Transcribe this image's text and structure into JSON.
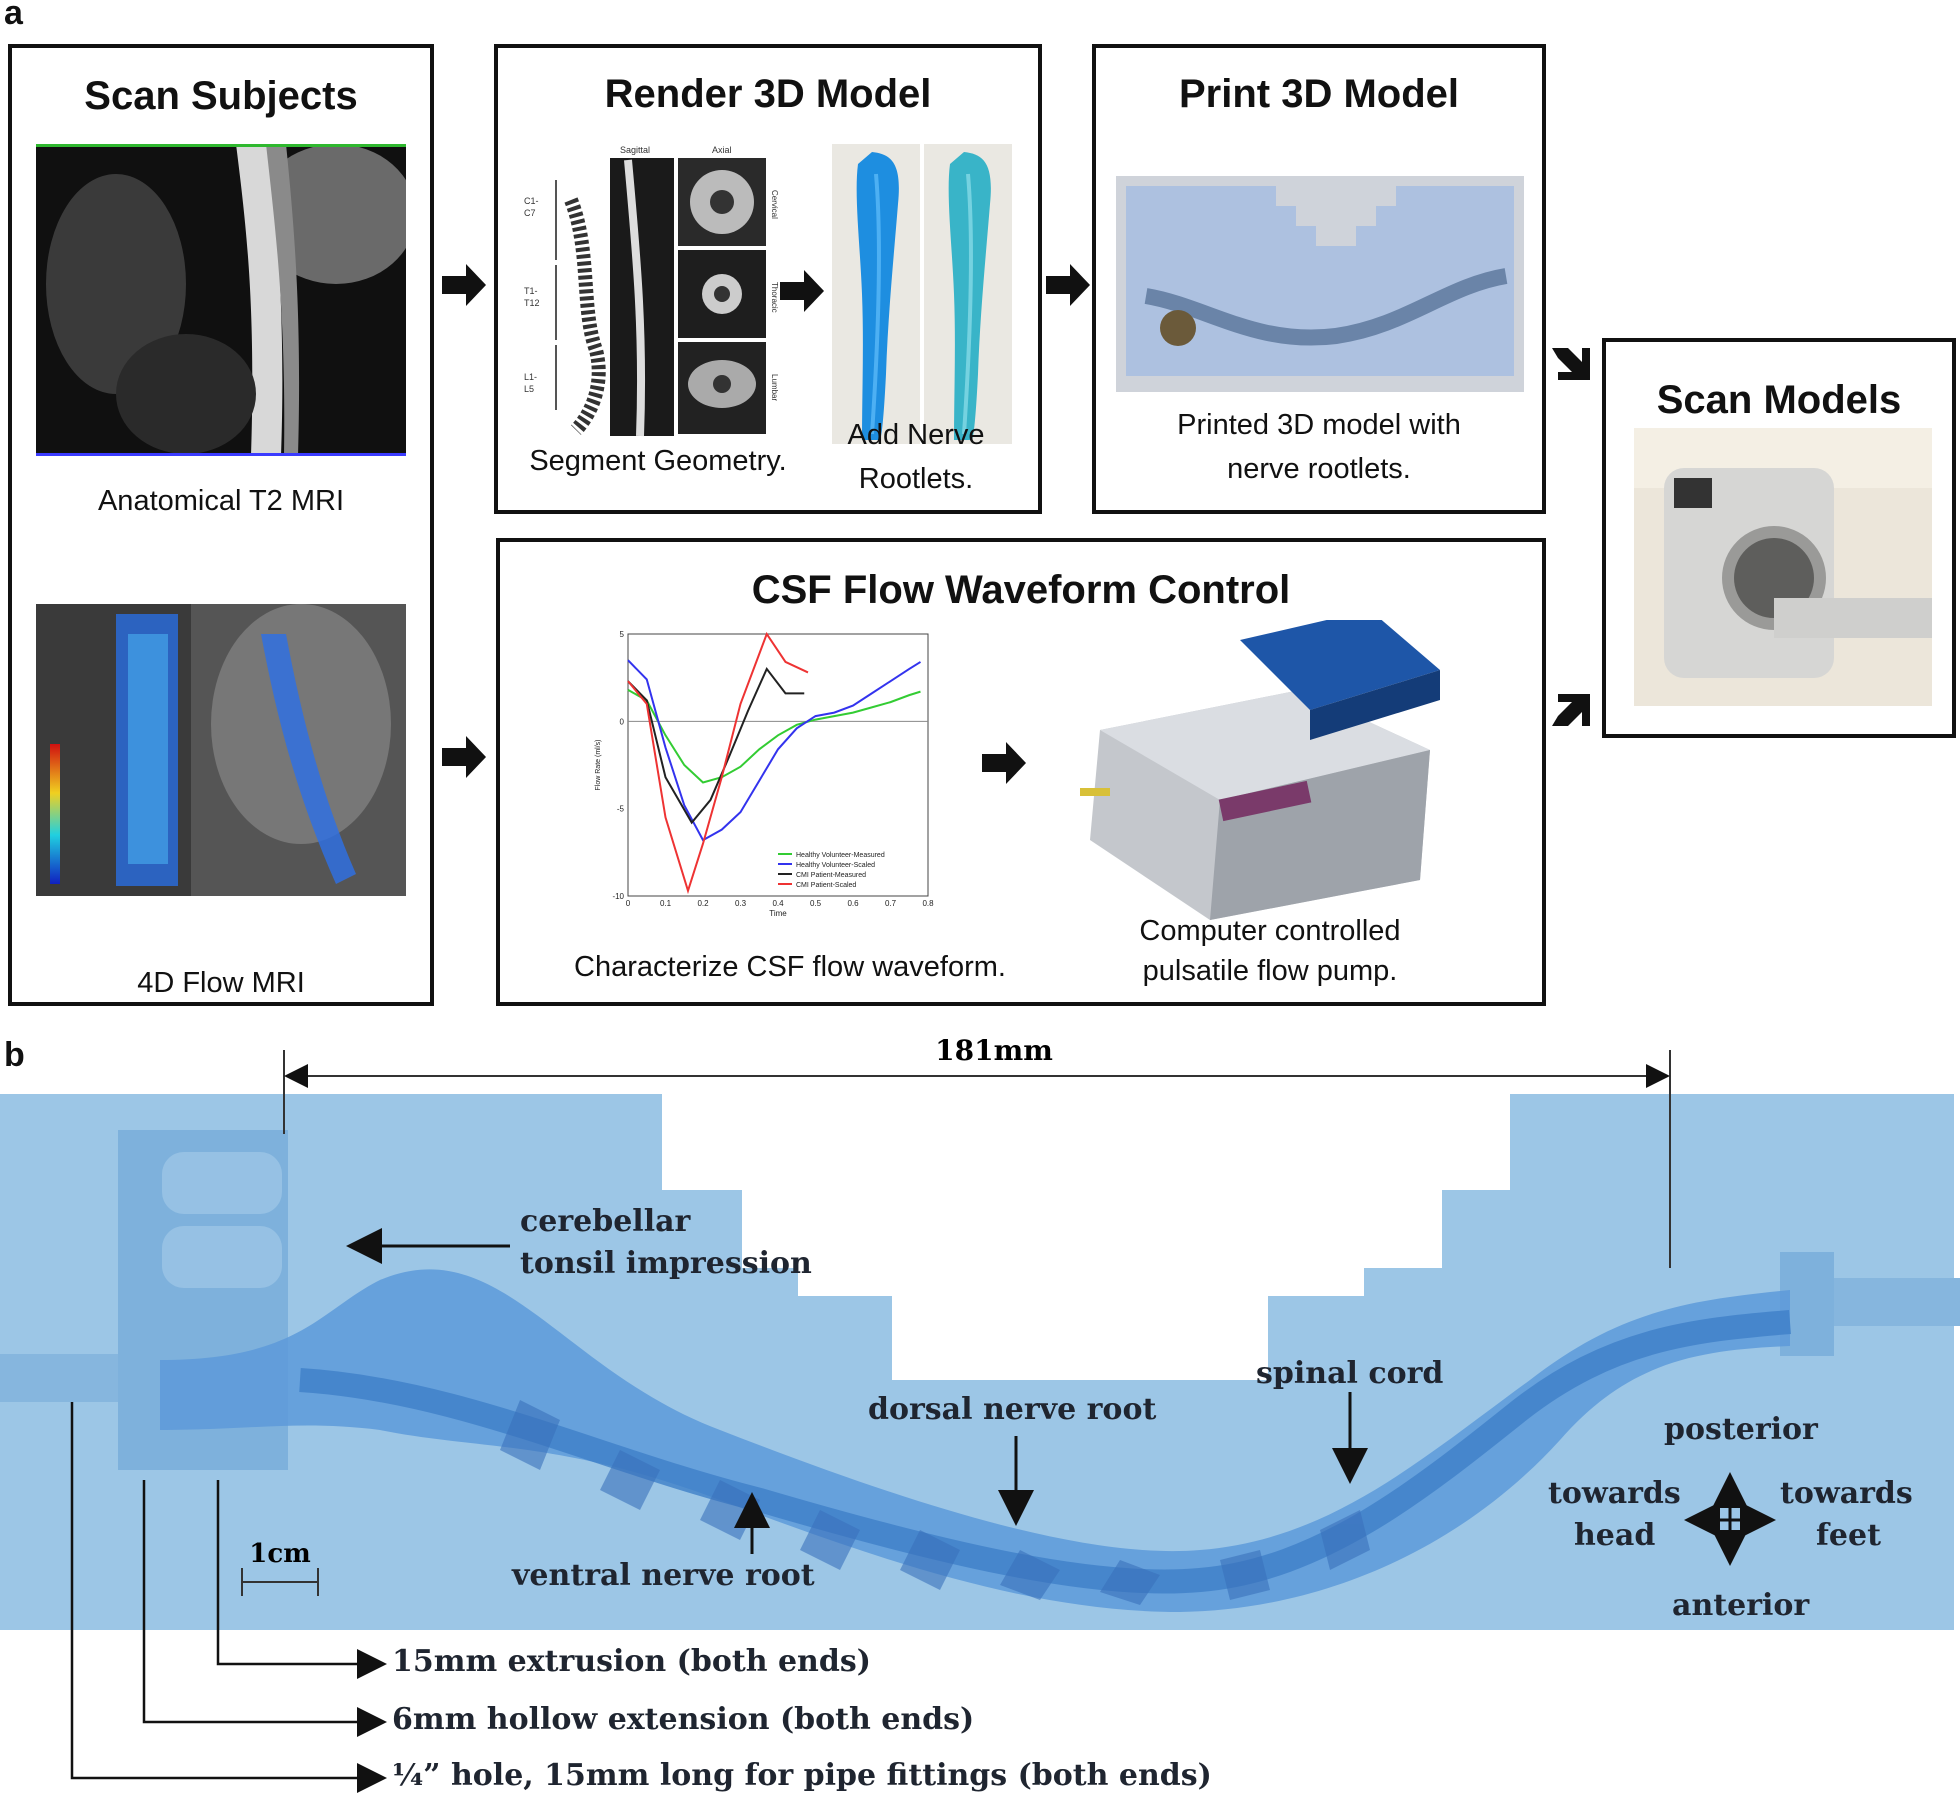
{
  "panel_a": {
    "letter": "a",
    "scan_subjects": {
      "title": "Scan Subjects",
      "caption_1": "Anatomical T2 MRI",
      "caption_2": "4D Flow MRI"
    },
    "render_model": {
      "title": "Render 3D Model",
      "caption_segment": "Segment Geometry.",
      "caption_nerve_1": "Add Nerve",
      "caption_nerve_2": "Rootlets.",
      "mri_labels": {
        "sagittal": "Sagittal",
        "axial": "Axial",
        "cervical": "Cervical",
        "thoracic": "Thoracic",
        "lumbar": "Lumbar",
        "c1": "C1-",
        "c7": "C7",
        "t1": "T1-",
        "t12": "T12",
        "l1": "L1-",
        "l5": "L5"
      }
    },
    "print_model": {
      "title": "Print 3D Model",
      "caption_1": "Printed 3D model with",
      "caption_2": "nerve rootlets."
    },
    "scan_models": {
      "title": "Scan Models"
    },
    "csf_control": {
      "title": "CSF Flow Waveform Control",
      "caption_chart": "Characterize CSF flow waveform.",
      "caption_pump_1": "Computer controlled",
      "caption_pump_2": "pulsatile flow pump."
    }
  },
  "chart_data": {
    "type": "line",
    "xlabel": "Time",
    "ylabel": "Flow Rate (ml/s)",
    "xlim": [
      0,
      0.8
    ],
    "ylim": [
      -10,
      5
    ],
    "xticks": [
      "0",
      "0.1",
      "0.2",
      "0.3",
      "0.4",
      "0.5",
      "0.6",
      "0.7",
      "0.8"
    ],
    "yticks": [
      "5",
      "0",
      "-5",
      "-10"
    ],
    "legend_position": "bottom-right",
    "series": [
      {
        "name": "Healthy Volunteer-Measured",
        "color": "#33cc33",
        "x": [
          0,
          0.05,
          0.1,
          0.15,
          0.2,
          0.25,
          0.3,
          0.35,
          0.4,
          0.45,
          0.5,
          0.55,
          0.6,
          0.65,
          0.7,
          0.75,
          0.78
        ],
        "y": [
          1.8,
          1.2,
          -0.8,
          -2.5,
          -3.5,
          -3.2,
          -2.6,
          -1.6,
          -0.8,
          -0.2,
          0.1,
          0.3,
          0.5,
          0.8,
          1.1,
          1.5,
          1.7
        ]
      },
      {
        "name": "Healthy Volunteer-Scaled",
        "color": "#3333ee",
        "x": [
          0,
          0.05,
          0.1,
          0.15,
          0.2,
          0.25,
          0.3,
          0.35,
          0.4,
          0.45,
          0.5,
          0.55,
          0.6,
          0.65,
          0.7,
          0.75,
          0.78
        ],
        "y": [
          3.5,
          2.4,
          -1.5,
          -4.8,
          -6.8,
          -6.2,
          -5.2,
          -3.4,
          -1.6,
          -0.4,
          0.3,
          0.5,
          0.9,
          1.6,
          2.3,
          3.0,
          3.4
        ]
      },
      {
        "name": "CMI Patient-Measured",
        "color": "#222222",
        "x": [
          0,
          0.05,
          0.1,
          0.17,
          0.22,
          0.27,
          0.32,
          0.37,
          0.42,
          0.47
        ],
        "y": [
          2.3,
          1.2,
          -3.2,
          -5.8,
          -4.5,
          -2.0,
          0.6,
          3.0,
          1.6,
          1.6
        ]
      },
      {
        "name": "CMI Patient-Scaled",
        "color": "#ee3333",
        "x": [
          0,
          0.05,
          0.1,
          0.16,
          0.2,
          0.25,
          0.3,
          0.37,
          0.42,
          0.48
        ],
        "y": [
          2.3,
          1.0,
          -5.5,
          -9.7,
          -7.0,
          -3.2,
          1.0,
          5.0,
          3.4,
          2.8
        ]
      }
    ]
  },
  "panel_b": {
    "letter": "b",
    "dimension": "181mm",
    "scale_bar": "1cm",
    "labels": {
      "cerebellar_1": "cerebellar",
      "cerebellar_2": "tonsil impression",
      "spinal_cord": "spinal cord",
      "dorsal": "dorsal nerve root",
      "ventral": "ventral nerve root",
      "posterior": "posterior",
      "anterior": "anterior",
      "towards_head_1": "towards",
      "towards_head_2": "head",
      "towards_feet_1": "towards",
      "towards_feet_2": "feet"
    },
    "callouts": [
      "15mm extrusion (both ends)",
      "6mm hollow extension (both ends)",
      "¼” hole, 15mm long for pipe fittings (both ends)"
    ],
    "colors": {
      "block": "#9cc6e6",
      "block_dark": "#6ba6d8",
      "channel": "#4f8fd6"
    }
  }
}
